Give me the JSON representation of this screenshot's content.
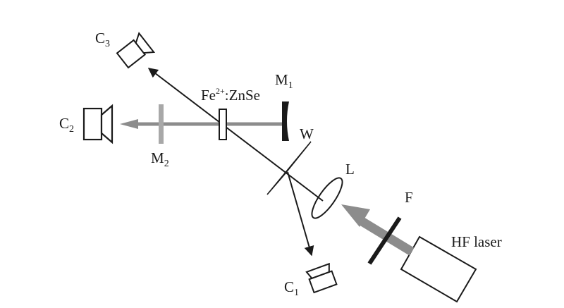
{
  "labels": {
    "c3": {
      "main": "C",
      "sub": "3"
    },
    "c2": {
      "main": "C",
      "sub": "2"
    },
    "c1": {
      "main": "C",
      "sub": "1"
    },
    "m1": {
      "main": "M",
      "sub": "1"
    },
    "m2": {
      "main": "M",
      "sub": "2"
    },
    "crystal": {
      "pre": "Fe",
      "sup": "2+",
      "post": ":ZnSe"
    },
    "wedge": "W",
    "lens": "L",
    "filter": "F",
    "laser": "HF laser"
  },
  "colors": {
    "ink": "#1a1a1a",
    "beam_gray": "#8c8c8c",
    "mirror_gray": "#a8a8a8"
  }
}
